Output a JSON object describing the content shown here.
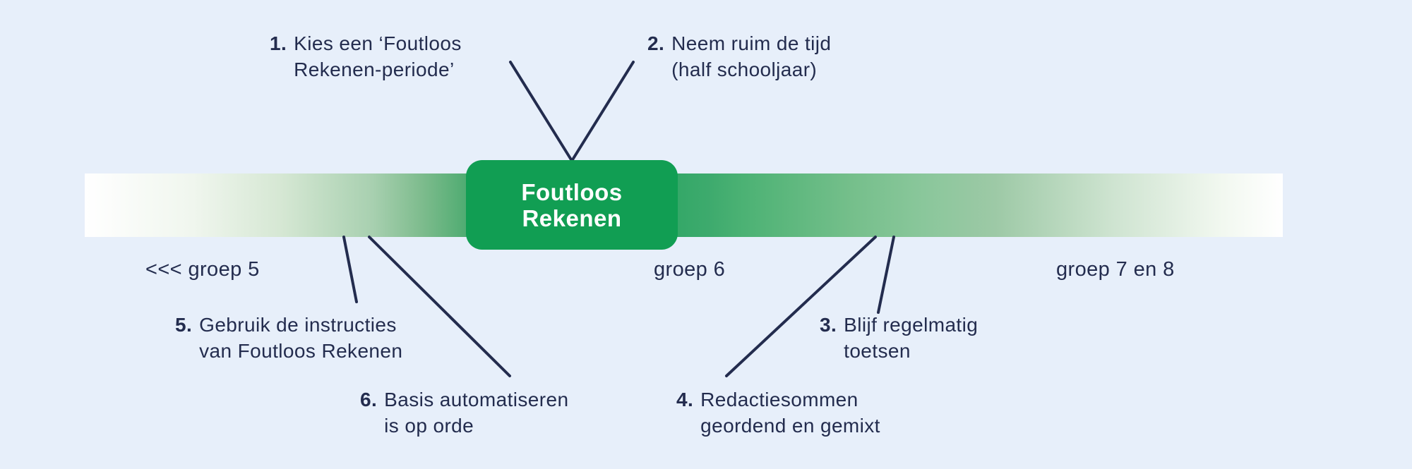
{
  "title": "Foutloos Rekenen infographic",
  "colors": {
    "background": "#e7effa",
    "node_green": "#119e53",
    "band_peak_green": "#2ca663",
    "text_navy": "#232c4e",
    "node_text": "#ffffff"
  },
  "center_node": {
    "line1": "Foutloos",
    "line2": "Rekenen"
  },
  "timeline_labels": [
    {
      "label": "<<< groep 5"
    },
    {
      "label": "groep 6"
    },
    {
      "label": "groep 7 en 8"
    }
  ],
  "tips": [
    {
      "number": "1.",
      "line1": "Kies een ‘Foutloos",
      "line2": "Rekenen-periode’"
    },
    {
      "number": "2.",
      "line1": "Neem ruim de tijd",
      "line2": "(half schooljaar)"
    },
    {
      "number": "3.",
      "line1": "Blijf regelmatig",
      "line2": "toetsen"
    },
    {
      "number": "4.",
      "line1": "Redactiesommen",
      "line2": "geordend en gemixt"
    },
    {
      "number": "5.",
      "line1": "Gebruik de instructies",
      "line2": "van Foutloos Rekenen"
    },
    {
      "number": "6.",
      "line1": "Basis automatiseren",
      "line2": "is op orde"
    }
  ]
}
